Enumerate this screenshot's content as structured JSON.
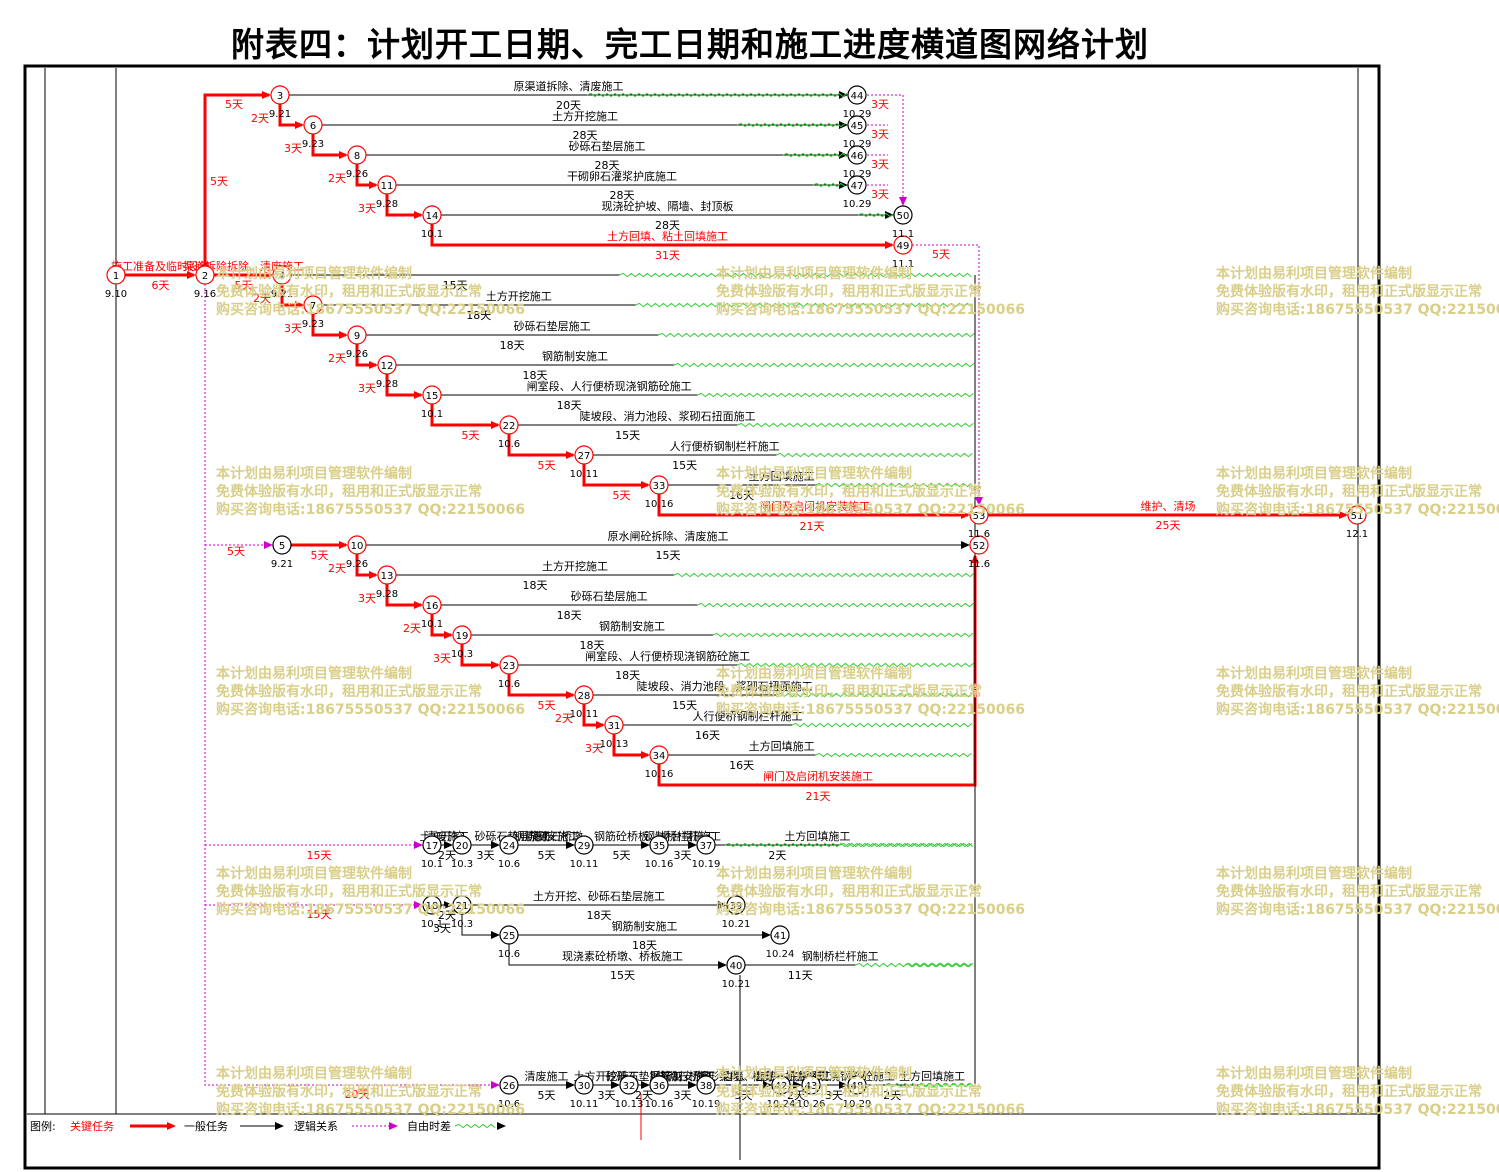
{
  "title": "附表四：计划开工日期、完工日期和施工进度横道图网络计划",
  "watermark": [
    "本计划由易利项目管理软件编制",
    "免费体验版有水印，租用和正式版显示正常",
    "购买咨询电话:18675550537 QQ:22150066"
  ],
  "legend": {
    "label": "图例:",
    "critical": "关键任务",
    "normal": "一般任务",
    "logic": "逻辑关系",
    "free": "自由时差"
  },
  "colors": {
    "critical": "#ff0000",
    "normal": "#000000",
    "logic": "#cc00cc",
    "free": "#33cc33",
    "watermark": "#d9cf8a"
  },
  "nodes": [
    {
      "id": "1",
      "date": "9.10",
      "crit": true
    },
    {
      "id": "2",
      "date": "9.16",
      "crit": true
    },
    {
      "id": "3",
      "date": "9.21",
      "crit": true
    },
    {
      "id": "4",
      "date": "9.21",
      "crit": true
    },
    {
      "id": "5",
      "date": "9.21",
      "crit": false
    },
    {
      "id": "6",
      "date": "9.23",
      "crit": true
    },
    {
      "id": "7",
      "date": "9.23",
      "crit": true
    },
    {
      "id": "8",
      "date": "9.26",
      "crit": true
    },
    {
      "id": "9",
      "date": "9.26",
      "crit": true
    },
    {
      "id": "10",
      "date": "9.26",
      "crit": true
    },
    {
      "id": "11",
      "date": "9.28",
      "crit": true
    },
    {
      "id": "12",
      "date": "9.28",
      "crit": true
    },
    {
      "id": "13",
      "date": "9.28",
      "crit": true
    },
    {
      "id": "14",
      "date": "10.1",
      "crit": true
    },
    {
      "id": "15",
      "date": "10.1",
      "crit": true
    },
    {
      "id": "16",
      "date": "10.1",
      "crit": true
    },
    {
      "id": "17",
      "date": "10.1",
      "crit": false
    },
    {
      "id": "18",
      "date": "10.1",
      "crit": false
    },
    {
      "id": "19",
      "date": "10.3",
      "crit": true
    },
    {
      "id": "20",
      "date": "10.3",
      "crit": false
    },
    {
      "id": "21",
      "date": "10.3",
      "crit": false
    },
    {
      "id": "22",
      "date": "10.6",
      "crit": true
    },
    {
      "id": "23",
      "date": "10.6",
      "crit": true
    },
    {
      "id": "24",
      "date": "10.6",
      "crit": false
    },
    {
      "id": "25",
      "date": "10.6",
      "crit": false
    },
    {
      "id": "26",
      "date": "10.6",
      "crit": false
    },
    {
      "id": "27",
      "date": "10.11",
      "crit": true
    },
    {
      "id": "28",
      "date": "10.11",
      "crit": true
    },
    {
      "id": "29",
      "date": "10.11",
      "crit": false
    },
    {
      "id": "30",
      "date": "10.11",
      "crit": false
    },
    {
      "id": "31",
      "date": "10.13",
      "crit": true
    },
    {
      "id": "32",
      "date": "10.13",
      "crit": false
    },
    {
      "id": "33",
      "date": "10.16",
      "crit": true
    },
    {
      "id": "34",
      "date": "10.16",
      "crit": true
    },
    {
      "id": "35",
      "date": "10.16",
      "crit": false
    },
    {
      "id": "36",
      "date": "10.16",
      "crit": false
    },
    {
      "id": "37",
      "date": "10.19",
      "crit": false
    },
    {
      "id": "38",
      "date": "10.19",
      "crit": false
    },
    {
      "id": "39",
      "date": "10.21",
      "crit": false
    },
    {
      "id": "40",
      "date": "10.21",
      "crit": false
    },
    {
      "id": "41",
      "date": "10.24",
      "crit": false
    },
    {
      "id": "42",
      "date": "10.24",
      "crit": false
    },
    {
      "id": "43",
      "date": "10.26",
      "crit": false
    },
    {
      "id": "44",
      "date": "10.29",
      "crit": false
    },
    {
      "id": "45",
      "date": "10.29",
      "crit": false
    },
    {
      "id": "46",
      "date": "10.29",
      "crit": false
    },
    {
      "id": "47",
      "date": "10.29",
      "crit": false
    },
    {
      "id": "48",
      "date": "10.29",
      "crit": false
    },
    {
      "id": "49",
      "date": "11.1",
      "crit": true
    },
    {
      "id": "50",
      "date": "11.1",
      "crit": false
    },
    {
      "id": "51",
      "date": "12.1",
      "crit": true
    },
    {
      "id": "52",
      "date": "11.6",
      "crit": true
    },
    {
      "id": "53",
      "date": "11.6",
      "crit": true
    }
  ],
  "tasks": [
    {
      "from": "1",
      "to": "2",
      "name": "施工准备及临时设施",
      "dur": "6天",
      "crit": true
    },
    {
      "from": "2",
      "to": "3",
      "name": "",
      "dur": "5天",
      "crit": true
    },
    {
      "from": "3",
      "to": "44",
      "name": "原渠道拆除、清废施工",
      "dur": "20天",
      "crit": false
    },
    {
      "from": "3",
      "to": "6",
      "name": "",
      "dur": "2天",
      "crit": true
    },
    {
      "from": "6",
      "to": "45",
      "name": "土方开挖施工",
      "dur": "28天",
      "crit": false
    },
    {
      "from": "6",
      "to": "8",
      "name": "",
      "dur": "3天",
      "crit": true
    },
    {
      "from": "8",
      "to": "46",
      "name": "砂砾石垫层施工",
      "dur": "28天",
      "crit": false
    },
    {
      "from": "8",
      "to": "11",
      "name": "",
      "dur": "2天",
      "crit": true
    },
    {
      "from": "11",
      "to": "47",
      "name": "干砌卵石灌浆护底施工",
      "dur": "28天",
      "crit": false
    },
    {
      "from": "11",
      "to": "14",
      "name": "",
      "dur": "3天",
      "crit": true
    },
    {
      "from": "14",
      "to": "50",
      "name": "现浇砼护坡、隔墙、封顶板",
      "dur": "28天",
      "crit": false
    },
    {
      "from": "14",
      "to": "49",
      "name": "土方回填、粘土回填施工",
      "dur": "31天",
      "crit": true
    },
    {
      "from": "2",
      "to": "4",
      "name": "渠道拆除拆除、清废施工",
      "dur": "5天",
      "crit": true
    },
    {
      "from": "4",
      "to": "53",
      "name": "",
      "dur": "15天",
      "crit": false
    },
    {
      "from": "4",
      "to": "7",
      "name": "",
      "dur": "2天",
      "crit": true
    },
    {
      "from": "7",
      "to": "53",
      "name": "土方开挖施工",
      "dur": "18天",
      "crit": false
    },
    {
      "from": "7",
      "to": "9",
      "name": "",
      "dur": "3天",
      "crit": true
    },
    {
      "from": "9",
      "to": "53",
      "name": "砂砾石垫层施工",
      "dur": "18天",
      "crit": false
    },
    {
      "from": "9",
      "to": "12",
      "name": "",
      "dur": "2天",
      "crit": true
    },
    {
      "from": "12",
      "to": "53",
      "name": "钢筋制安施工",
      "dur": "18天",
      "crit": false
    },
    {
      "from": "12",
      "to": "15",
      "name": "",
      "dur": "3天",
      "crit": true
    },
    {
      "from": "15",
      "to": "53",
      "name": "闸室段、人行便桥现浇钢筋砼施工",
      "dur": "18天",
      "crit": false
    },
    {
      "from": "15",
      "to": "22",
      "name": "",
      "dur": "5天",
      "crit": true
    },
    {
      "from": "22",
      "to": "53",
      "name": "陡坡段、消力池段、浆砌石扭面施工",
      "dur": "15天",
      "crit": false
    },
    {
      "from": "22",
      "to": "27",
      "name": "",
      "dur": "5天",
      "crit": true
    },
    {
      "from": "27",
      "to": "53",
      "name": "人行便桥钢制栏杆施工",
      "dur": "15天",
      "crit": false
    },
    {
      "from": "27",
      "to": "33",
      "name": "",
      "dur": "5天",
      "crit": true
    },
    {
      "from": "33",
      "to": "53",
      "name": "土方回填施工",
      "dur": "16天",
      "crit": false
    },
    {
      "from": "33",
      "to": "53",
      "name": "闸门及启闭机安装施工",
      "dur": "21天",
      "crit": true
    },
    {
      "from": "53",
      "to": "51",
      "name": "维护、清场",
      "dur": "25天",
      "crit": true
    },
    {
      "from": "5",
      "to": "10",
      "name": "",
      "dur": "5天",
      "crit": true
    },
    {
      "from": "10",
      "to": "52",
      "name": "原水闸砼拆除、清废施工",
      "dur": "15天",
      "crit": false
    },
    {
      "from": "10",
      "to": "13",
      "name": "",
      "dur": "2天",
      "crit": true
    },
    {
      "from": "13",
      "to": "52",
      "name": "土方开挖施工",
      "dur": "18天",
      "crit": false
    },
    {
      "from": "13",
      "to": "16",
      "name": "",
      "dur": "3天",
      "crit": true
    },
    {
      "from": "16",
      "to": "52",
      "name": "砂砾石垫层施工",
      "dur": "18天",
      "crit": false
    },
    {
      "from": "16",
      "to": "19",
      "name": "",
      "dur": "2天",
      "crit": true
    },
    {
      "from": "19",
      "to": "52",
      "name": "钢筋制安施工",
      "dur": "18天",
      "crit": false
    },
    {
      "from": "19",
      "to": "23",
      "name": "",
      "dur": "3天",
      "crit": true
    },
    {
      "from": "23",
      "to": "52",
      "name": "闸室段、人行便桥现浇钢筋砼施工",
      "dur": "18天",
      "crit": false
    },
    {
      "from": "23",
      "to": "28",
      "name": "",
      "dur": "5天",
      "crit": true
    },
    {
      "from": "28",
      "to": "52",
      "name": "陡坡段、消力池段、浆砌石扭面施工",
      "dur": "15天",
      "crit": false
    },
    {
      "from": "28",
      "to": "31",
      "name": "",
      "dur": "2天",
      "crit": true
    },
    {
      "from": "31",
      "to": "52",
      "name": "人行便桥钢制栏杆施工",
      "dur": "16天",
      "crit": false
    },
    {
      "from": "31",
      "to": "34",
      "name": "",
      "dur": "3天",
      "crit": true
    },
    {
      "from": "34",
      "to": "52",
      "name": "土方回填施工",
      "dur": "16天",
      "crit": false
    },
    {
      "from": "34",
      "to": "52",
      "name": "闸门及启闭机安装施工",
      "dur": "21天",
      "crit": true
    },
    {
      "from": "17",
      "to": "20",
      "name": "清废施工",
      "dur": "2天",
      "crit": false
    },
    {
      "from": "20",
      "to": "24",
      "name": "土方开挖、砂砾石垫层施工",
      "dur": "3天",
      "crit": false
    },
    {
      "from": "24",
      "to": "29",
      "name": "钢筋制安施工",
      "dur": "5天",
      "crit": false
    },
    {
      "from": "29",
      "to": "35",
      "name": "浆砌石桥墩、钢筋砼桥板、桥台帽施工",
      "dur": "5天",
      "crit": false
    },
    {
      "from": "35",
      "to": "37",
      "name": "钢制桥栏杆施工",
      "dur": "3天",
      "crit": false
    },
    {
      "from": "37",
      "to": "53",
      "name": "土方回填施工",
      "dur": "2天",
      "crit": false
    },
    {
      "from": "18",
      "to": "21",
      "name": "",
      "dur": "2天",
      "crit": false
    },
    {
      "from": "21",
      "to": "39",
      "name": "土方开挖、砂砾石垫层施工",
      "dur": "18天",
      "crit": false
    },
    {
      "from": "21",
      "to": "25",
      "name": "",
      "dur": "3天",
      "crit": false
    },
    {
      "from": "25",
      "to": "41",
      "name": "钢筋制安施工",
      "dur": "18天",
      "crit": false
    },
    {
      "from": "25",
      "to": "40",
      "name": "现浇素砼桥墩、桥板施工",
      "dur": "15天",
      "crit": false
    },
    {
      "from": "40",
      "to": "53",
      "name": "钢制桥栏杆施工",
      "dur": "11天",
      "crit": false
    },
    {
      "from": "26",
      "to": "30",
      "name": "清废施工",
      "dur": "5天",
      "crit": false
    },
    {
      "from": "30",
      "to": "32",
      "name": "土方开挖施工",
      "dur": "3天",
      "crit": false
    },
    {
      "from": "32",
      "to": "36",
      "name": "砂砾石垫层施工",
      "dur": "2天",
      "crit": false
    },
    {
      "from": "36",
      "to": "38",
      "name": "钢筋制安施工",
      "dur": "3天",
      "crit": false
    },
    {
      "from": "38",
      "to": "42",
      "name": "浆砌石桥墩、边墙、齿墙、底板施工",
      "dur": "5天",
      "crit": false
    },
    {
      "from": "42",
      "to": "43",
      "name": "矩形渠段、槽身、桥台帽现浇钢筋砼施工",
      "dur": "2天",
      "crit": false
    },
    {
      "from": "43",
      "to": "48",
      "name": "",
      "dur": "3天",
      "crit": false
    },
    {
      "from": "48",
      "to": "53",
      "name": "土方回填施工",
      "dur": "2天",
      "crit": false
    }
  ],
  "logic_labels": [
    "5天",
    "5天",
    "15天",
    "15天",
    "20天",
    "3天",
    "3天",
    "3天",
    "3天",
    "5天"
  ]
}
